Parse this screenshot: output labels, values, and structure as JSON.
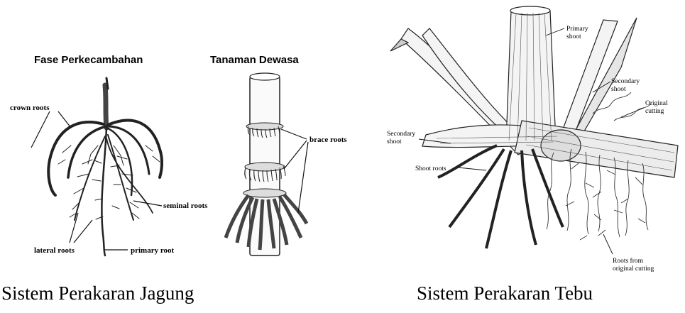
{
  "left": {
    "seedling_title": "Fase Perkecambahan",
    "adult_title": "Tanaman Dewasa",
    "labels": {
      "crown_roots": "crown roots",
      "seminal_roots": "seminal roots",
      "lateral_roots": "lateral roots",
      "primary_root": "primary root",
      "brace_roots": "brace roots"
    },
    "caption": "Sistem Perakaran Jagung"
  },
  "right": {
    "labels": {
      "primary_shoot": "Primary shoot",
      "secondary_shoot_right": "Secondary shoot",
      "original_cutting": "Original cutting",
      "secondary_shoot_left": "Secondary shoot",
      "shoot_roots": "Shoot roots",
      "roots_from_cutting": "Roots from original cutting"
    },
    "caption": "Sistem Perakaran Tebu"
  }
}
